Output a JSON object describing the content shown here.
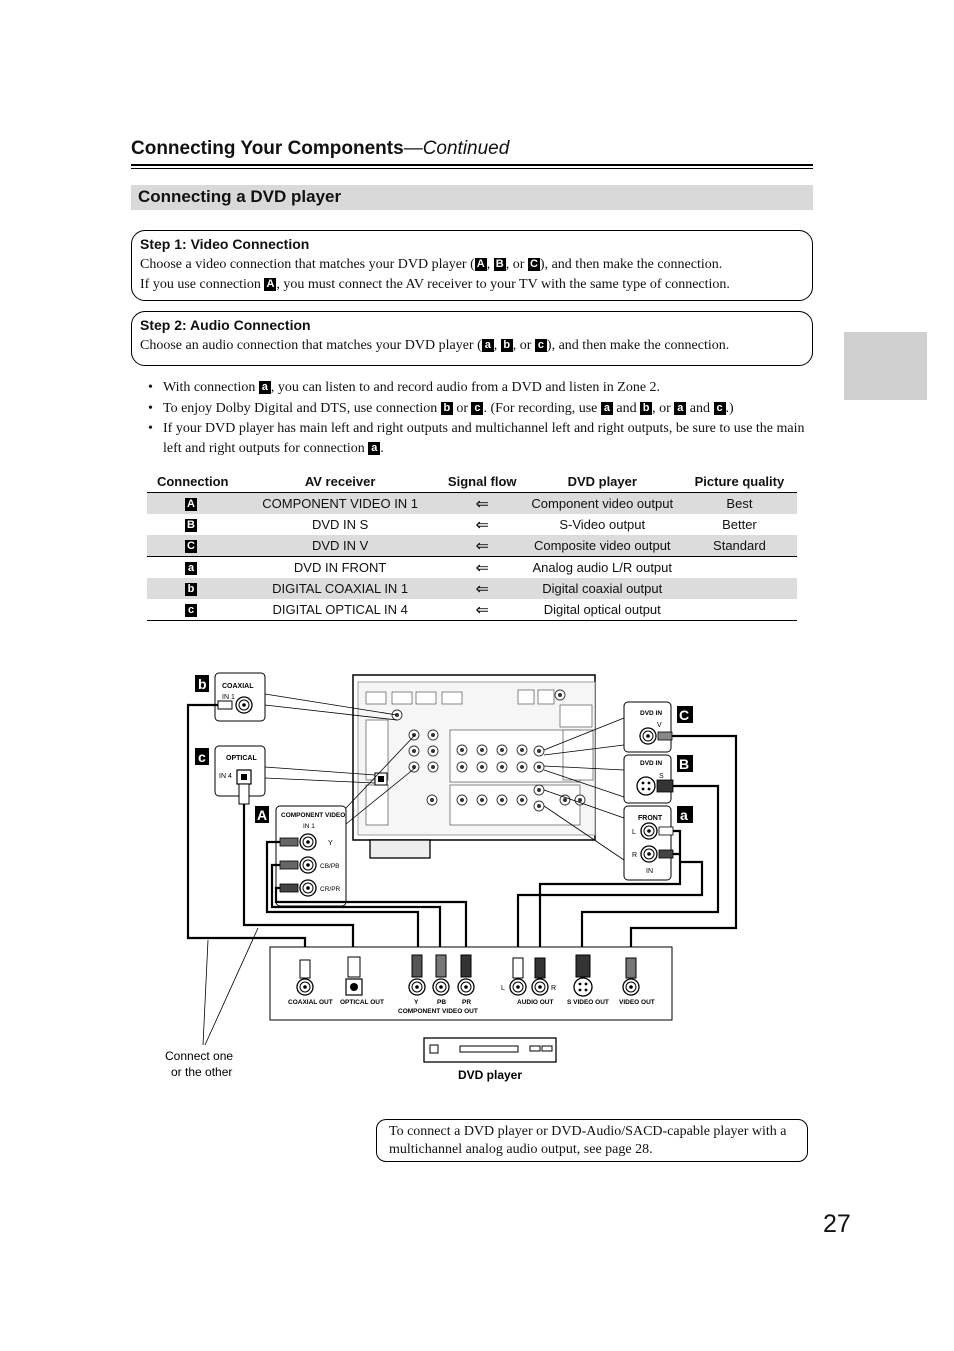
{
  "header": {
    "title": "Connecting Your Components",
    "continued": "—Continued"
  },
  "section_title": "Connecting a DVD player",
  "step1": {
    "title": "Step 1: Video Connection",
    "line1_a": "Choose a video connection that matches your DVD player (",
    "badge_A": "A",
    "badge_B": "B",
    "badge_C": "C",
    "comma": ", ",
    "or": ", or ",
    "line1_b": "), and then make the connection.",
    "line2_a": "If you use connection ",
    "line2_b": ", you must connect the AV receiver to your TV with the same type of connection."
  },
  "step2": {
    "title": "Step 2: Audio Connection",
    "line1_a": "Choose an audio connection that matches your DVD player (",
    "badge_a": "a",
    "badge_b": "b",
    "badge_c": "c",
    "line1_b": "), and then make the connection."
  },
  "bullets": {
    "b1_a": "With connection ",
    "b1_b": ", you can listen to and record audio from a DVD and listen in Zone 2.",
    "b2_a": "To enjoy Dolby Digital and DTS, use connection ",
    "b2_or": " or ",
    "b2_b": ". (For recording, use ",
    "b2_and": " and ",
    "b2_or2": ", or ",
    "b2_end": ".)",
    "b3_a": "If your DVD player has main left and right outputs and multichannel left and right outputs, be sure to use the main left and right outputs for connection ",
    "b3_end": "."
  },
  "table": {
    "headers": [
      "Connection",
      "AV receiver",
      "Signal flow",
      "DVD player",
      "Picture quality"
    ],
    "arrow": "⇐",
    "rows": [
      {
        "conn": "A",
        "receiver": "COMPONENT VIDEO IN 1",
        "player": "Component video output",
        "quality": "Best"
      },
      {
        "conn": "B",
        "receiver": "DVD IN S",
        "player": "S-Video output",
        "quality": "Better"
      },
      {
        "conn": "C",
        "receiver": "DVD IN V",
        "player": "Composite video output",
        "quality": "Standard"
      },
      {
        "conn": "a",
        "receiver": "DVD IN FRONT",
        "player": "Analog audio L/R output",
        "quality": ""
      },
      {
        "conn": "b",
        "receiver": "DIGITAL COAXIAL IN 1",
        "player": "Digital coaxial output",
        "quality": ""
      },
      {
        "conn": "c",
        "receiver": "DIGITAL OPTICAL IN 4",
        "player": "Digital optical output",
        "quality": ""
      }
    ]
  },
  "diagram": {
    "coaxial": "COAXIAL",
    "in1": "IN 1",
    "optical": "OPTICAL",
    "in4": "IN 4",
    "component_video": "COMPONENT VIDEO",
    "comp_in1": "IN 1",
    "y": "Y",
    "cb_pb": "CB/PB",
    "cr_pr": "CR/PR",
    "dvd_in_v": "DVD IN",
    "v": "V",
    "dvd_in_s": "DVD IN",
    "s": "S",
    "front": "FRONT",
    "l": "L",
    "r": "R",
    "in": "IN",
    "out_coaxial": "COAXIAL OUT",
    "out_optical": "OPTICAL OUT",
    "out_y": "Y",
    "out_pb": "PB",
    "out_pr": "PR",
    "component_video_out": "COMPONENT VIDEO OUT",
    "audio_l": "L",
    "audio_r": "R",
    "audio_out": "AUDIO OUT",
    "s_video_out": "S VIDEO OUT",
    "video_out": "VIDEO OUT",
    "connect_one": "Connect one",
    "or_the_other": "or the other",
    "dvd_player": "DVD player",
    "label_b": "b",
    "label_c": "c",
    "label_A": "A",
    "label_C": "C",
    "label_B": "B",
    "label_a": "a"
  },
  "note": "To connect a DVD player or DVD-Audio/SACD-capable player with a multichannel analog audio output, see page 28.",
  "page_number": "27"
}
